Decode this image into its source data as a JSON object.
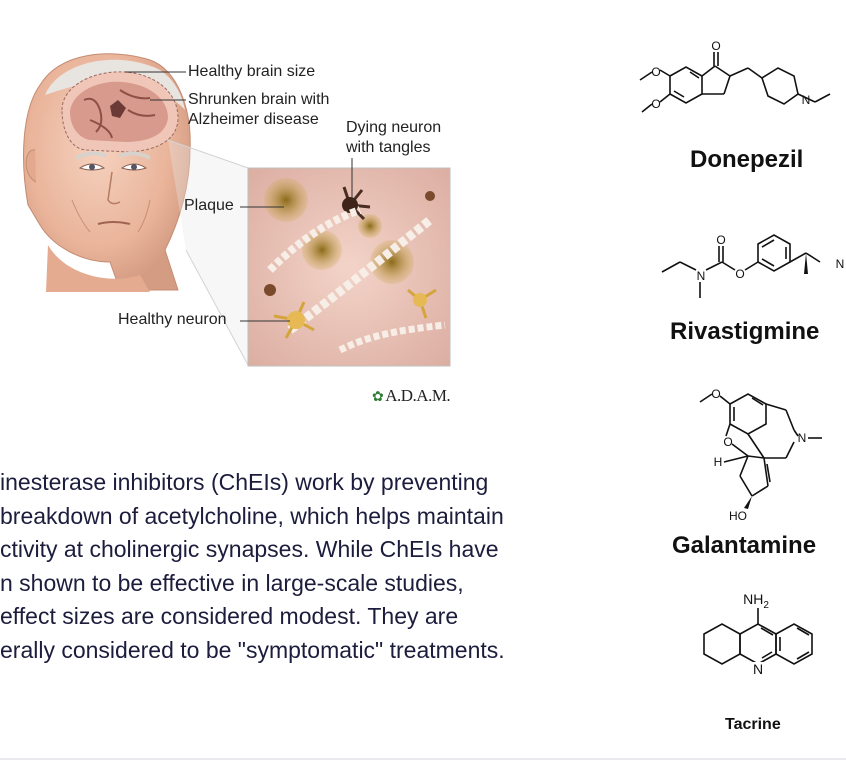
{
  "figure": {
    "labels": {
      "healthy_brain_size": "Healthy brain size",
      "shrunken_brain_line1": "Shrunken brain with",
      "shrunken_brain_line2": "Alzheimer disease",
      "dying_neuron_line1": "Dying neuron",
      "dying_neuron_line2": "with tangles",
      "plaque": "Plaque",
      "healthy_neuron": "Healthy neuron"
    },
    "credit": "A.D.A.M."
  },
  "body_text": {
    "lines": [
      "inesterase inhibitors (ChEIs) work by preventing",
      "breakdown of acetylcholine, which helps maintain",
      "ctivity at cholinergic synapses. While ChEIs have",
      "n shown to be effective in large-scale studies,",
      " effect sizes are considered modest. They are",
      "erally considered to be \"symptomatic\" treatments."
    ]
  },
  "drugs": [
    {
      "name": "Donepezil",
      "atoms": {
        "ketone_o": "O",
        "methoxy_o1": "O",
        "methoxy_o2": "O",
        "n": "N"
      }
    },
    {
      "name": "Rivastigmine",
      "atoms": {
        "carbonyl_o": "O",
        "ester_o": "O",
        "n_carbamate": "N",
        "n_amine": "N"
      }
    },
    {
      "name": "Galantamine",
      "atoms": {
        "methoxy_o": "O",
        "ring_o": "O",
        "h": "H",
        "n": "N",
        "hydroxyl": "HO"
      }
    },
    {
      "name": "Tacrine",
      "atoms": {
        "amine": "NH",
        "amine_sub": "2",
        "ring_n": "N"
      }
    }
  ]
}
